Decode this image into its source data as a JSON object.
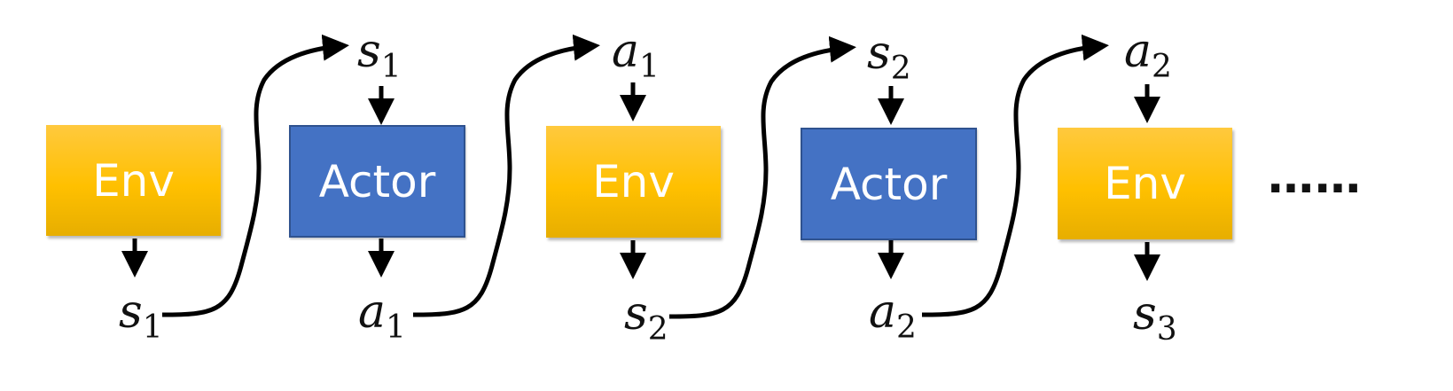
{
  "boxes": [
    {
      "label": "Env",
      "kind": "env"
    },
    {
      "label": "Actor",
      "kind": "actor"
    },
    {
      "label": "Env",
      "kind": "env"
    },
    {
      "label": "Actor",
      "kind": "actor"
    },
    {
      "label": "Env",
      "kind": "env"
    }
  ],
  "vars": {
    "top": [
      {
        "sym": "s",
        "sub": "1"
      },
      {
        "sym": "a",
        "sub": "1"
      },
      {
        "sym": "s",
        "sub": "2"
      },
      {
        "sym": "a",
        "sub": "2"
      }
    ],
    "bottom": [
      {
        "sym": "s",
        "sub": "1"
      },
      {
        "sym": "a",
        "sub": "1"
      },
      {
        "sym": "s",
        "sub": "2"
      },
      {
        "sym": "a",
        "sub": "2"
      },
      {
        "sym": "s",
        "sub": "3"
      }
    ]
  },
  "ellipsis": "……",
  "colors": {
    "env": "#FFC000",
    "actor": "#4472C4",
    "arrow": "#000000",
    "text_on_box": "#FFFFFF"
  }
}
